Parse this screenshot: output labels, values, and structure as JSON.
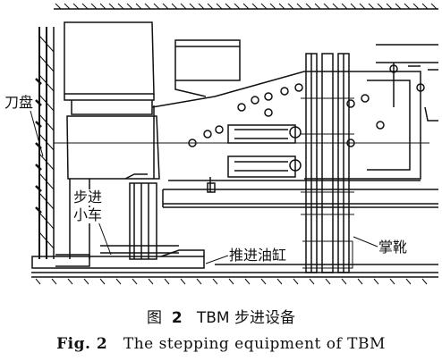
{
  "labels": {
    "cutterhead": "刀盘",
    "stepping_trolley_line1": "步进",
    "stepping_trolley_line2": "小车",
    "thrust_cylinder": "推进油缸",
    "shoe": "掌靴"
  },
  "caption": {
    "cn_prefix": "图",
    "cn_number": "2",
    "cn_text": "TBM 步进设备",
    "en_prefix": "Fig. 2",
    "en_text": "The stepping equipment of TBM"
  },
  "colors": {
    "line": "#111111",
    "background": "#ffffff"
  }
}
